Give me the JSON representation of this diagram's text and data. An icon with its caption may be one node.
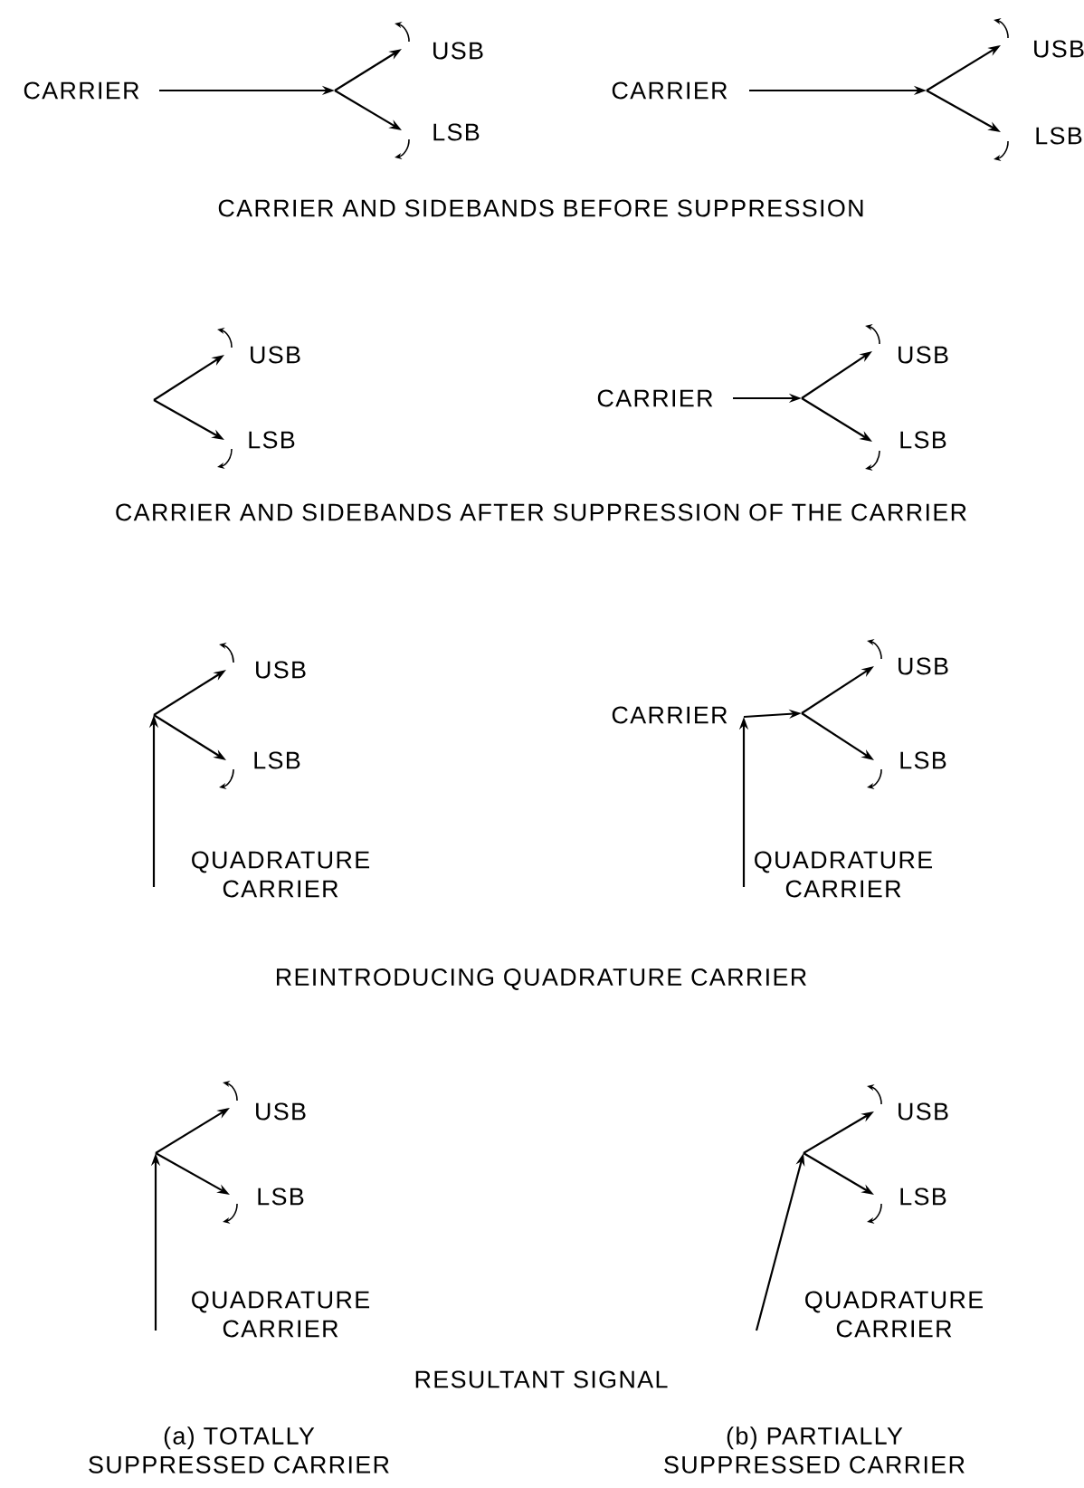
{
  "diagram": {
    "labels": [
      "CARRIER",
      "USB",
      "LSB",
      "CARRIER",
      "USB",
      "LSB",
      "CARRIER AND SIDEBANDS BEFORE SUPPRESSION",
      "USB",
      "LSB",
      "CARRIER",
      "USB",
      "LSB",
      "CARRIER AND SIDEBANDS AFTER SUPPRESSION OF THE CARRIER",
      "USB",
      "LSB",
      "QUADRATURE CARRIER",
      "CARRIER",
      "USB",
      "LSB",
      "QUADRATURE CARRIER",
      "REINTRODUCING QUADRATURE CARRIER",
      "USB",
      "LSB",
      "QUADRATURE CARRIER",
      "USB",
      "LSB",
      "QUADRATURE CARRIER",
      "RESULTANT SIGNAL",
      "(a) TOTALLY SUPPRESSED CARRIER",
      "(b) PARTIALLY SUPPRESSED CARRIER"
    ]
  }
}
